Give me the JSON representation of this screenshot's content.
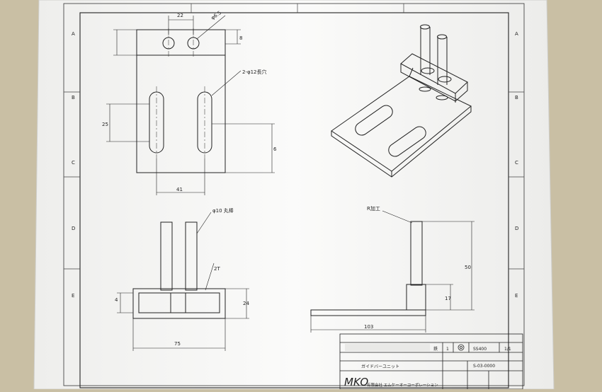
{
  "drawing": {
    "zone_letters": [
      "A",
      "B",
      "C",
      "D",
      "E"
    ],
    "top_view": {
      "dim_hole_spacing": "22",
      "dim_hole_dia": "φ6.5",
      "note_slots": "2-φ12長穴",
      "dim_slot_length": "25",
      "dim_width": "41",
      "dim_right_small": "8",
      "dim_right_lower": "6"
    },
    "front_view": {
      "note_pins": "φ10 丸棒",
      "dim_chamfer": "2T",
      "dim_height": "24",
      "dim_left": "4",
      "dim_width": "75"
    },
    "side_view": {
      "note_bend": "R加工",
      "dim_total_height": "50",
      "dim_base_height": "17",
      "dim_length": "103"
    },
    "title_block": {
      "row1_text": "鉄",
      "row1_code": "SS400",
      "part_name": "ガイドバーユニット",
      "drawing_no": "S-03-0000",
      "logo": "MKO",
      "company": "有限会社 エムケーオーコーポレーション",
      "small_labels": [
        "1",
        "1/1"
      ]
    }
  }
}
